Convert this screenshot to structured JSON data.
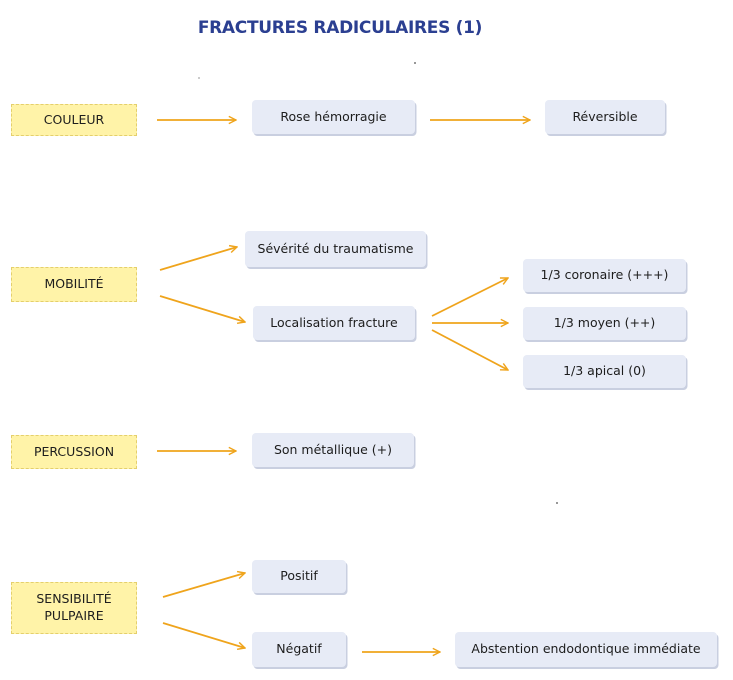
{
  "title": "FRACTURES RADICULAIRES (1)",
  "colors": {
    "title": "#2b3f91",
    "category": "#fff3a8",
    "result": "#e7ebf6",
    "arrow": "#efa41c"
  },
  "couleur": {
    "label": "COULEUR",
    "sign": "Rose hémorragie",
    "outcome": "Réversible"
  },
  "mobilite": {
    "label": "MOBILITÉ",
    "factor1": "Sévérité du traumatisme",
    "factor2": "Localisation fracture",
    "locations": [
      "1/3 coronaire (+++)",
      "1/3 moyen (++)",
      "1/3 apical (0)"
    ]
  },
  "percussion": {
    "label": "PERCUSSION",
    "sign": "Son métallique (+)"
  },
  "sensibilite": {
    "label_line1": "SENSIBILITÉ",
    "label_line2": "PULPAIRE",
    "positive": "Positif",
    "negative": "Négatif",
    "consequence": "Abstention endodontique immédiate"
  }
}
